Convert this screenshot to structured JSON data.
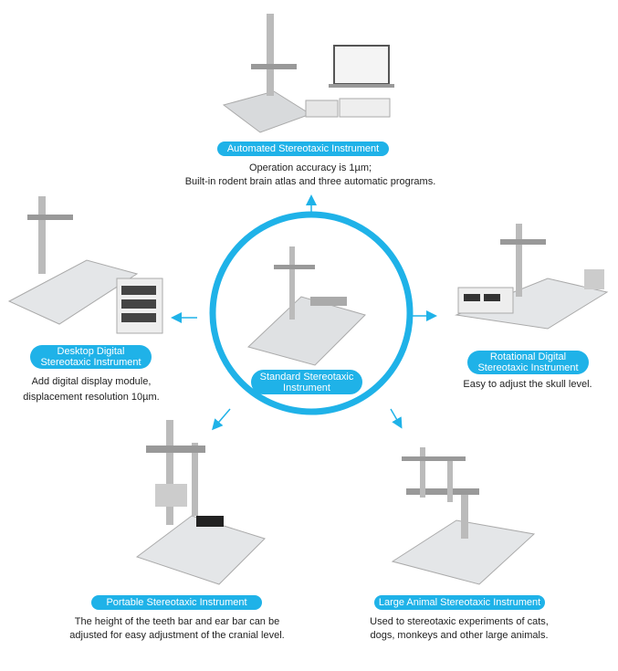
{
  "accent_color": "#1fb2e8",
  "center": {
    "title_line1": "Standard Stereotaxic",
    "title_line2": "Instrument"
  },
  "nodes": [
    {
      "id": "automated",
      "title": [
        "Automated Stereotaxic Instrument"
      ],
      "desc": [
        "Operation accuracy is 1µm;",
        "Built-in rodent brain atlas and three automatic programs."
      ]
    },
    {
      "id": "desktop",
      "title": [
        "Desktop Digital",
        "Stereotaxic Instrument"
      ],
      "desc": [
        "Add digital display module,",
        "displacement resolution 10µm."
      ]
    },
    {
      "id": "rotational",
      "title": [
        "Rotational Digital",
        "Stereotaxic Instrument"
      ],
      "desc": [
        "Easy to adjust the skull level."
      ]
    },
    {
      "id": "portable",
      "title": [
        "Portable Stereotaxic Instrument"
      ],
      "desc": [
        "The height of the teeth bar and ear bar can be",
        "adjusted for easy adjustment of the cranial level."
      ]
    },
    {
      "id": "large",
      "title": [
        "Large Animal Stereotaxic Instrument"
      ],
      "desc": [
        "Used to stereotaxic experiments of cats,",
        "dogs, monkeys and other large animals."
      ]
    }
  ]
}
